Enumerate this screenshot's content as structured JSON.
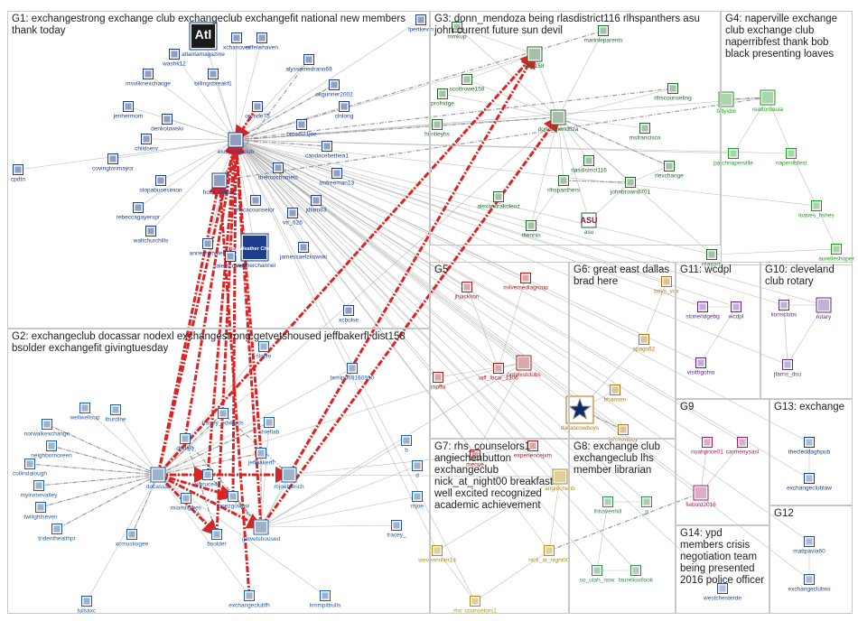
{
  "groups": [
    {
      "id": "G1",
      "title": "G1: exchangestrong exchange club exchangeclub exchangefit national new members thank today"
    },
    {
      "id": "G2",
      "title": "G2: exchangeclub docassar nodexl exchangestrong getvetshoused jeffbakerfl dist158 bsolder exchangefit givingtuesday"
    },
    {
      "id": "G3",
      "title": "G3: donn_mendoza being rlasdistrict116 rlhspanthers asu john current future sun devil"
    },
    {
      "id": "G4",
      "title": "G4: naperville exchange club exchange club naperribfest thank bob black presenting loaves"
    },
    {
      "id": "G5",
      "title": "G5"
    },
    {
      "id": "G6",
      "title": "G6: great east dallas brad here"
    },
    {
      "id": "G11",
      "title": "G11: wcdpl"
    },
    {
      "id": "G10",
      "title": "G10: cleveland club rotary"
    },
    {
      "id": "G7",
      "title": "G7: rhs_counselors1 angiechenbutton exchangeclub nick_at_night00 breakfast well excited recognized academic achievement"
    },
    {
      "id": "G8",
      "title": "G8: exchange club exchangeclub lhs member librarian"
    },
    {
      "id": "G9",
      "title": "G9"
    },
    {
      "id": "G13",
      "title": "G13: exchange"
    },
    {
      "id": "G14",
      "title": "G14: ypd members crisis negotiation team being presented 2016 police officer"
    },
    {
      "id": "G12",
      "title": "G12"
    }
  ],
  "colors": {
    "G1": "#1a3f9a",
    "G2": "#1b5eab",
    "G3": "#1f6d2a",
    "G4": "#18a018",
    "G5": "#b01818",
    "G6": "#b07a10",
    "G7": "#b09010",
    "G8": "#2f8f4f",
    "G9": "#b0186a",
    "G10": "#5c2f8f",
    "G11": "#6a1fa0",
    "G12": "#244a8a",
    "G13": "#173e8a",
    "G14": "#2a4a8a",
    "strong": "#dd2222",
    "edge": "#a8a8a8",
    "dashed": "#9a9a9a"
  },
  "nodes": [
    {
      "id": "lpertkevin",
      "g": "G1",
      "label": "lpertkevin"
    },
    {
      "id": "atlantamagazine",
      "g": "G1",
      "label": "atlantamagazine"
    },
    {
      "id": "xchanover",
      "g": "G1",
      "label": "xchanover"
    },
    {
      "id": "eiffelwhaven",
      "g": "G1",
      "label": "eiffelwhaven"
    },
    {
      "id": "washk12",
      "g": "G1",
      "label": "washk12"
    },
    {
      "id": "alyssemedrano69",
      "g": "G1",
      "label": "alyssemedrano69"
    },
    {
      "id": "msvilknexchange",
      "g": "G1",
      "label": "msvilknexchange"
    },
    {
      "id": "billingsbreakfast",
      "g": "G1",
      "label": "billingsbreakf1"
    },
    {
      "id": "okgunner2002",
      "g": "G1",
      "label": "okgunner2002"
    },
    {
      "id": "jenhermon",
      "g": "G1",
      "label": "jenhermom"
    },
    {
      "id": "oronde75",
      "g": "G1",
      "label": "oronde75"
    },
    {
      "id": "cinlong",
      "g": "G1",
      "label": "cinlong"
    },
    {
      "id": "denkotowski",
      "g": "G1",
      "label": "denkotowski"
    },
    {
      "id": "brown21joe",
      "g": "G1",
      "label": "brown21joe"
    },
    {
      "id": "childserv",
      "g": "G1",
      "label": "childserv"
    },
    {
      "id": "exchangeclub",
      "g": "G1",
      "label": "exchangeclub"
    },
    {
      "id": "candacebethea1",
      "g": "G1",
      "label": "candacebethea1"
    },
    {
      "id": "covingtonmayor",
      "g": "G1",
      "label": "covingtonmayor"
    },
    {
      "id": "thehcochomets",
      "g": "G1",
      "label": "thehcochomets"
    },
    {
      "id": "tmfreeman13",
      "g": "G1",
      "label": "tmfreeman13"
    },
    {
      "id": "cpdtn",
      "g": "G1",
      "label": "cpdtn"
    },
    {
      "id": "stopabusesimon",
      "g": "G1",
      "label": "stopabusesimon"
    },
    {
      "id": "hcca_mbball",
      "g": "G1",
      "label": "hcca_mbball"
    },
    {
      "id": "rebeccagayerspr",
      "g": "G1",
      "label": "rebeccagayerspr"
    },
    {
      "id": "jdlam83",
      "g": "G1",
      "label": "jdlam83"
    },
    {
      "id": "hccaccounselor",
      "g": "G1",
      "label": "hccacounselor"
    },
    {
      "id": "vtr_626",
      "g": "G1",
      "label": "vtr_626"
    },
    {
      "id": "waltchurchills",
      "g": "G1",
      "label": "waltchurchills"
    },
    {
      "id": "annemwhalen",
      "g": "G1",
      "label": "annemwhalen"
    },
    {
      "id": "salemcurrent",
      "g": "G1",
      "label": "salemcurrent"
    },
    {
      "id": "weatherchannel",
      "g": "G1",
      "label": "weatherchannel"
    },
    {
      "id": "jamessaelzkowski",
      "g": "G1",
      "label": "jamessaelzkowski"
    },
    {
      "id": "xcbolse",
      "g": "G1",
      "label": "xcbolse"
    },
    {
      "id": "mmkup",
      "g": "G3",
      "label": "mmkup"
    },
    {
      "id": "dist158",
      "g": "G3",
      "label": "dist158"
    },
    {
      "id": "marinieparents",
      "g": "G3",
      "label": "marinieparents"
    },
    {
      "id": "scottrowe158",
      "g": "G3",
      "label": "scottrowe158"
    },
    {
      "id": "profridge",
      "g": "G3",
      "label": "profridge"
    },
    {
      "id": "rlhscounseling",
      "g": "G3",
      "label": "rlhscounseling"
    },
    {
      "id": "donn_mendoza",
      "g": "G3",
      "label": "donn_mendoza"
    },
    {
      "id": "huntleyhs",
      "g": "G3",
      "label": "huntleyhs"
    },
    {
      "id": "msfrancisco",
      "g": "G3",
      "label": "msfrancisco"
    },
    {
      "id": "rlasdistrict116",
      "g": "G3",
      "label": "rlasdistrict116"
    },
    {
      "id": "rlexchange",
      "g": "G3",
      "label": "rlexchange"
    },
    {
      "id": "rlhspanthers",
      "g": "G3",
      "label": "rlhspanthers"
    },
    {
      "id": "johnbrown8701",
      "g": "G3",
      "label": "johnbrown8701"
    },
    {
      "id": "alexandrakoleoz",
      "g": "G3",
      "label": "alexandrakoleoz"
    },
    {
      "id": "asu",
      "g": "G3",
      "label": "asu"
    },
    {
      "id": "rltennis",
      "g": "G3",
      "label": "rltennis"
    },
    {
      "id": "realtorb",
      "g": "G3",
      "label": "realtorb"
    },
    {
      "id": "billyidol",
      "g": "G4",
      "label": "billyidol"
    },
    {
      "id": "realtorbasia",
      "g": "G4",
      "label": "realtorbasia"
    },
    {
      "id": "patchnaperville",
      "g": "G4",
      "label": "patchnaperville"
    },
    {
      "id": "naperribfest",
      "g": "G4",
      "label": "naperribfest"
    },
    {
      "id": "loaves_fishes",
      "g": "G4",
      "label": "loaves_fishes"
    },
    {
      "id": "aurelleshoper",
      "g": "G4",
      "label": "aurelleshoper"
    },
    {
      "id": "wellwellsup",
      "g": "G2",
      "label": "wellwellsup"
    },
    {
      "id": "lburdine",
      "g": "G2",
      "label": "lburdine"
    },
    {
      "id": "norwalkexchange",
      "g": "G2",
      "label": "norwalkexchange"
    },
    {
      "id": "neighbornoreen",
      "g": "G2",
      "label": "neighbornoreen"
    },
    {
      "id": "tracey_edwards",
      "g": "G2",
      "label": "tracey_edwards"
    },
    {
      "id": "dudekj",
      "g": "G2",
      "label": "dudekj"
    },
    {
      "id": "chieflab",
      "g": "G2",
      "label": "chieflab"
    },
    {
      "id": "jeffbakerfl",
      "g": "G2",
      "label": "jeffbakerfl"
    },
    {
      "id": "collindalough",
      "g": "G2",
      "label": "collindalough"
    },
    {
      "id": "docassar",
      "g": "G2",
      "label": "docassar"
    },
    {
      "id": "wbruce44",
      "g": "G2",
      "label": "wbruce44"
    },
    {
      "id": "mjoehlerich",
      "g": "G2",
      "label": "mjoehlerich"
    },
    {
      "id": "myirvinevalley",
      "g": "G2",
      "label": "myirvinevalley"
    },
    {
      "id": "miamilgives",
      "g": "G2",
      "label": "miamilgives"
    },
    {
      "id": "lopezgovlaw",
      "g": "G2",
      "label": "lopezgovlaw"
    },
    {
      "id": "twilightseven",
      "g": "G2",
      "label": "twilightseven"
    },
    {
      "id": "tridenthealthpr",
      "g": "G2",
      "label": "tridenthealthpr"
    },
    {
      "id": "xcmuskogee",
      "g": "G2",
      "label": "xcmuskogee"
    },
    {
      "id": "bsolder",
      "g": "G2",
      "label": "bsolder"
    },
    {
      "id": "getvetshoused",
      "g": "G2",
      "label": "getvetshoused"
    },
    {
      "id": "tracey_",
      "g": "G2",
      "label": "tracey_"
    },
    {
      "id": "tulsaxc",
      "g": "G2",
      "label": "tulsaxc"
    },
    {
      "id": "exchangeclubfh",
      "g": "G2",
      "label": "exchangeclubfh"
    },
    {
      "id": "kmmpitbulls",
      "g": "G2",
      "label": "kmmpitbulls"
    },
    {
      "id": "temipo68160910",
      "g": "G2",
      "label": "temipo69160910"
    },
    {
      "id": "slcfire",
      "g": "G2",
      "label": "slcfire"
    },
    {
      "id": "b_",
      "g": "G2",
      "label": "b"
    },
    {
      "id": "d_",
      "g": "G2",
      "label": "d"
    },
    {
      "id": "mjoe",
      "g": "G2",
      "label": "mjoe"
    },
    {
      "id": "jhjackson",
      "g": "G5",
      "label": "jhjackson"
    },
    {
      "id": "milvemediagroup",
      "g": "G5",
      "label": "milvemediagroup"
    },
    {
      "id": "optimistclubs",
      "g": "G5",
      "label": "optimistclubs"
    },
    {
      "id": "iaff_local_1306",
      "g": "G5",
      "label": "iaff_local_1306"
    },
    {
      "id": "mpffu",
      "g": "G5",
      "label": "mpffu"
    },
    {
      "id": "experiencejxm",
      "g": "G5",
      "label": "experiencejxm"
    },
    {
      "id": "menye",
      "g": "G5",
      "label": "menye"
    },
    {
      "id": "boys_vox",
      "g": "G6",
      "label": "boys_vox"
    },
    {
      "id": "spags62",
      "g": "G6",
      "label": "spags62"
    },
    {
      "id": "dallascowboys",
      "g": "G6",
      "label": "dallascowboys"
    },
    {
      "id": "bhansen",
      "g": "G6",
      "label": "bhansen"
    },
    {
      "id": "lafeltowboy",
      "g": "G6",
      "label": "lafeltowboy"
    },
    {
      "id": "stonerldgebg",
      "g": "G11",
      "label": "stonerldgebg"
    },
    {
      "id": "wcdpl",
      "g": "G11",
      "label": "wcdpl"
    },
    {
      "id": "visitbgohio",
      "g": "G11",
      "label": "visitbgohio"
    },
    {
      "id": "lionsclubs",
      "g": "G10",
      "label": "lionsclubs"
    },
    {
      "id": "rotary",
      "g": "G10",
      "label": "rotary"
    },
    {
      "id": "jfarris_dsu",
      "g": "G10",
      "label": "jfarris_dsu"
    },
    {
      "id": "angiechenbutton",
      "g": "G7",
      "label": "angiechenb"
    },
    {
      "id": "stevenmiller14",
      "g": "G7",
      "label": "stevenmiller14"
    },
    {
      "id": "nick_at_night00",
      "g": "G7",
      "label": "nick_at_night00"
    },
    {
      "id": "rhs_counselors1",
      "g": "G7",
      "label": "rhs_counselors1"
    },
    {
      "id": "lhhavenhill",
      "g": "G8",
      "label": "lhhavenhill"
    },
    {
      "id": "g8b",
      "g": "G8",
      "label": "g"
    },
    {
      "id": "so_utah_now",
      "g": "G8",
      "label": "so_utah_now"
    },
    {
      "id": "laurelioutlook",
      "g": "G8",
      "label": "laurelioutlook"
    },
    {
      "id": "noahprice01",
      "g": "G9",
      "label": "noahprice01"
    },
    {
      "id": "carmenysasl",
      "g": "G9",
      "label": "carmenysasl"
    },
    {
      "id": "fiebold2016",
      "g": "G9",
      "label": "fiebold2016"
    },
    {
      "id": "thecleddaghpub",
      "g": "G13",
      "label": "thecleddaghpub"
    },
    {
      "id": "exchangeclublaw",
      "g": "G13",
      "label": "exchangeclublaw"
    },
    {
      "id": "mattpavia60",
      "g": "G12",
      "label": "mattpavia60"
    },
    {
      "id": "exchangeclubns",
      "g": "G12",
      "label": "exchangeclubns"
    },
    {
      "id": "westchesterde",
      "g": "G14",
      "label": "westchesterde"
    }
  ],
  "text_badges": {
    "atl": "Atl",
    "twc": "The Weather Channel",
    "asu": "ASU"
  }
}
